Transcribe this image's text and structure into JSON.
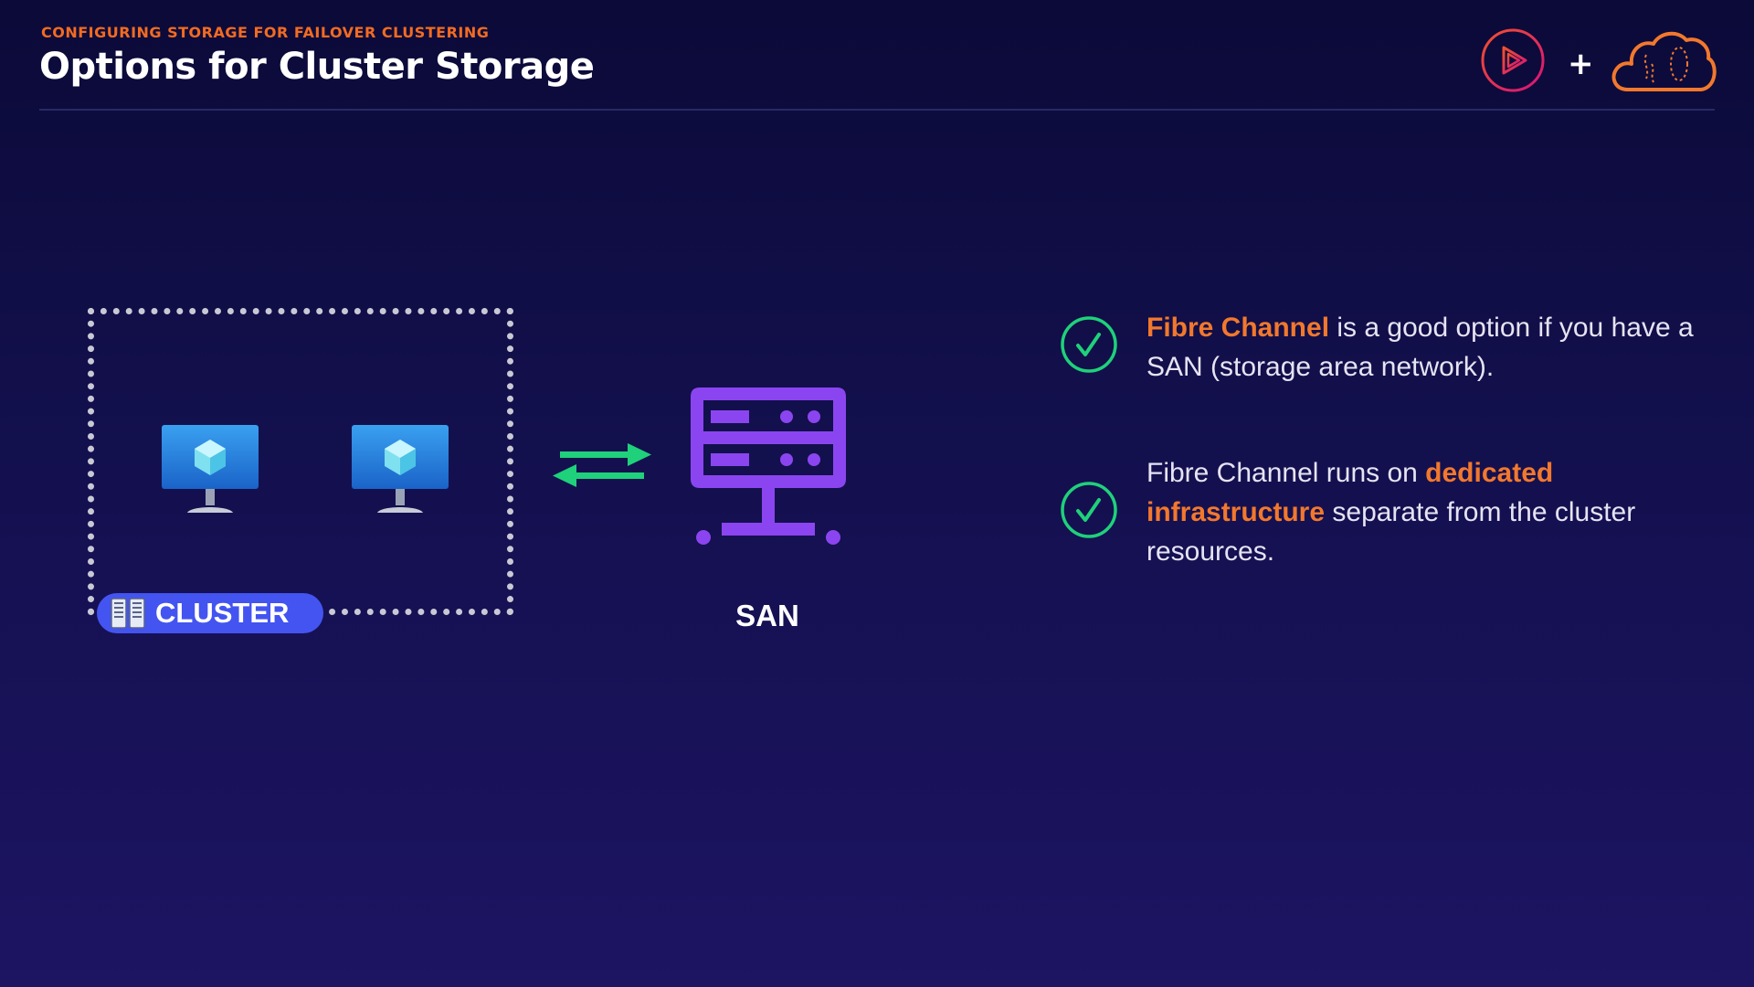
{
  "header": {
    "eyebrow": "CONFIGURING STORAGE FOR FAILOVER CLUSTERING",
    "title": "Options for Cluster Storage",
    "plus": "+"
  },
  "diagram": {
    "cluster_label": "CLUSTER",
    "san_label": "SAN"
  },
  "bullets": [
    {
      "parts": [
        {
          "text": "Fibre Channel",
          "highlight": true
        },
        {
          "text": " is a good option if you have a SAN (storage area network).",
          "highlight": false
        }
      ]
    },
    {
      "parts": [
        {
          "text": "Fibre Channel runs on ",
          "highlight": false
        },
        {
          "text": "dedicated infrastructure",
          "highlight": true
        },
        {
          "text": " separate from the cluster resources.",
          "highlight": false
        }
      ]
    }
  ],
  "colors": {
    "accent_orange": "#f26b21",
    "check_green": "#1fd17a",
    "san_purple": "#8b45f0",
    "cluster_blue": "#4354f0"
  },
  "icons": {
    "pluralsight": "play-logo-icon",
    "cloud": "cloud-logo-icon",
    "vm": "virtual-machine-icon",
    "san": "storage-server-icon",
    "check": "check-circle-icon",
    "transfer": "bidirectional-arrows-icon"
  }
}
